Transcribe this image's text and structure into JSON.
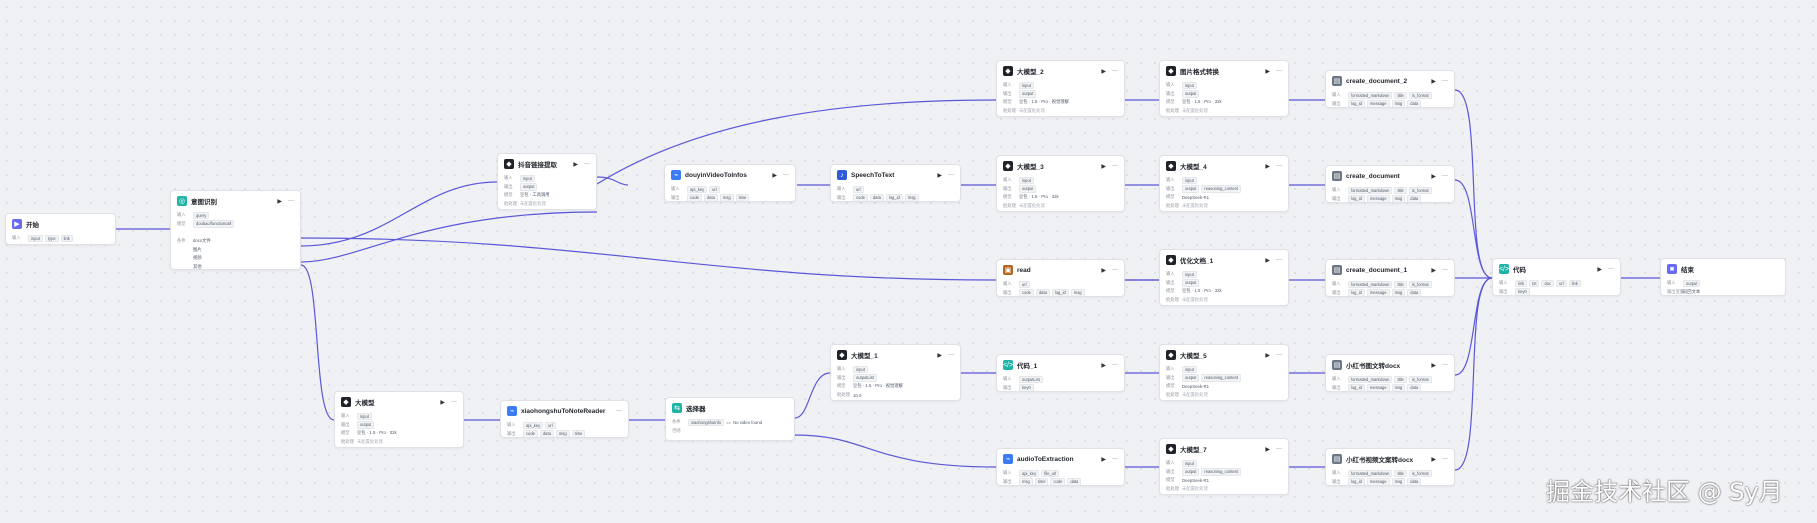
{
  "labels": {
    "input": "输入",
    "output": "输出",
    "model": "模型",
    "batch": "批处理",
    "condition": "条件",
    "else": "否则",
    "output_var": "输出变量"
  },
  "status": {
    "not_set": "未配置批处理"
  },
  "models": {
    "m1": "豆包 · 工具调用",
    "m2": "豆包 · 1.5 · Pro · 32k",
    "m3": "豆包 · 1.5 · Pro · 视觉理解",
    "m4": "DeepSeek-R1",
    "m5": "豆包 · 1.5 · Pro · 32k"
  },
  "watermark": "掘金技术社区 @ Sy月",
  "nodes": {
    "start": {
      "title": "开始",
      "in": [
        "input",
        "type",
        "link"
      ]
    },
    "intent": {
      "title": "意图识别",
      "in": [
        "query"
      ],
      "model": "doubao/functioncall",
      "intents": [
        "docx文件",
        "图片",
        "视频"
      ],
      "else": "其他"
    },
    "extract": {
      "title": "抖音链接提取",
      "in": [
        "input"
      ],
      "out": [
        "output"
      ]
    },
    "douyin": {
      "title": "douyinVideoToInfos",
      "in": [
        "api_key",
        "url"
      ],
      "out": [
        "code",
        "data",
        "msg",
        "time"
      ]
    },
    "stt": {
      "title": "SpeechToText",
      "in": [
        "url"
      ],
      "out": [
        "code",
        "data",
        "log_id",
        "msg"
      ]
    },
    "llm2": {
      "title": "大模型_2",
      "in": [
        "input"
      ],
      "out": [
        "output"
      ]
    },
    "img": {
      "title": "图片格式转换",
      "in": [
        "input"
      ],
      "out": [
        "output"
      ]
    },
    "cd2": {
      "title": "create_document_2",
      "in": [
        "formatted_markdown",
        "title",
        "is_format"
      ],
      "out": [
        "log_id",
        "message",
        "msg",
        "data"
      ]
    },
    "llm3": {
      "title": "大模型_3",
      "in": [
        "input"
      ],
      "out": [
        "output"
      ]
    },
    "llm4": {
      "title": "大模型_4",
      "in": [
        "input"
      ],
      "out": [
        "output",
        "reasoning_content"
      ]
    },
    "cd": {
      "title": "create_document",
      "in": [
        "formatted_markdown",
        "title",
        "is_format"
      ],
      "out": [
        "log_id",
        "message",
        "msg",
        "data"
      ]
    },
    "read": {
      "title": "read",
      "in": [
        "url"
      ],
      "out": [
        "code",
        "data",
        "log_id",
        "msg"
      ]
    },
    "opt1": {
      "title": "优化文档_1",
      "in": [
        "input"
      ],
      "out": [
        "output"
      ]
    },
    "cd1": {
      "title": "create_document_1",
      "in": [
        "formatted_markdown",
        "title",
        "is_format"
      ],
      "out": [
        "log_id",
        "message",
        "msg",
        "data"
      ]
    },
    "code": {
      "title": "代码",
      "in": [
        "link",
        "txt",
        "doc",
        "url",
        "link"
      ],
      "out": [
        "key0"
      ]
    },
    "end": {
      "title": "结束",
      "in": [
        "output"
      ],
      "mode": "返回文本"
    },
    "llm": {
      "title": "大模型",
      "in": [
        "input"
      ],
      "out": [
        "output"
      ]
    },
    "xhs": {
      "title": "xiaohongshuToNoteReader",
      "in": [
        "api_key",
        "url"
      ],
      "out": [
        "code",
        "data",
        "msg",
        "time"
      ]
    },
    "sel": {
      "title": "选择器",
      "cond_var": "xiaohongshuInfo",
      "op": "==",
      "cond_val": "No video found"
    },
    "llm1": {
      "title": "大模型_1",
      "in": [
        "input"
      ],
      "out": [
        "outputList"
      ],
      "model_note": "豆包 · 1.5 · Pro · 视觉理解",
      "batch_count": "10.0"
    },
    "code1": {
      "title": "代码_1",
      "in": [
        "outputList"
      ],
      "out": [
        "key0"
      ]
    },
    "llm5": {
      "title": "大模型_5",
      "in": [
        "input"
      ],
      "out": [
        "output",
        "reasoning_content"
      ]
    },
    "xhs_doc": {
      "title": "小红书图文转docx",
      "in": [
        "formatted_markdown",
        "title",
        "is_format"
      ],
      "out": [
        "log_id",
        "message",
        "msg",
        "data"
      ]
    },
    "audio": {
      "title": "audioToExtraction",
      "in": [
        "api_key",
        "file_url"
      ],
      "out": [
        "msg",
        "time",
        "code",
        "data"
      ]
    },
    "llm7": {
      "title": "大模型_7",
      "in": [
        "input"
      ],
      "out": [
        "output",
        "reasoning_content"
      ]
    },
    "xhs_vdoc": {
      "title": "小红书视频文案转docx",
      "in": [
        "formatted_markdown",
        "title",
        "is_format"
      ],
      "out": [
        "log_id",
        "message",
        "msg",
        "data"
      ]
    }
  }
}
